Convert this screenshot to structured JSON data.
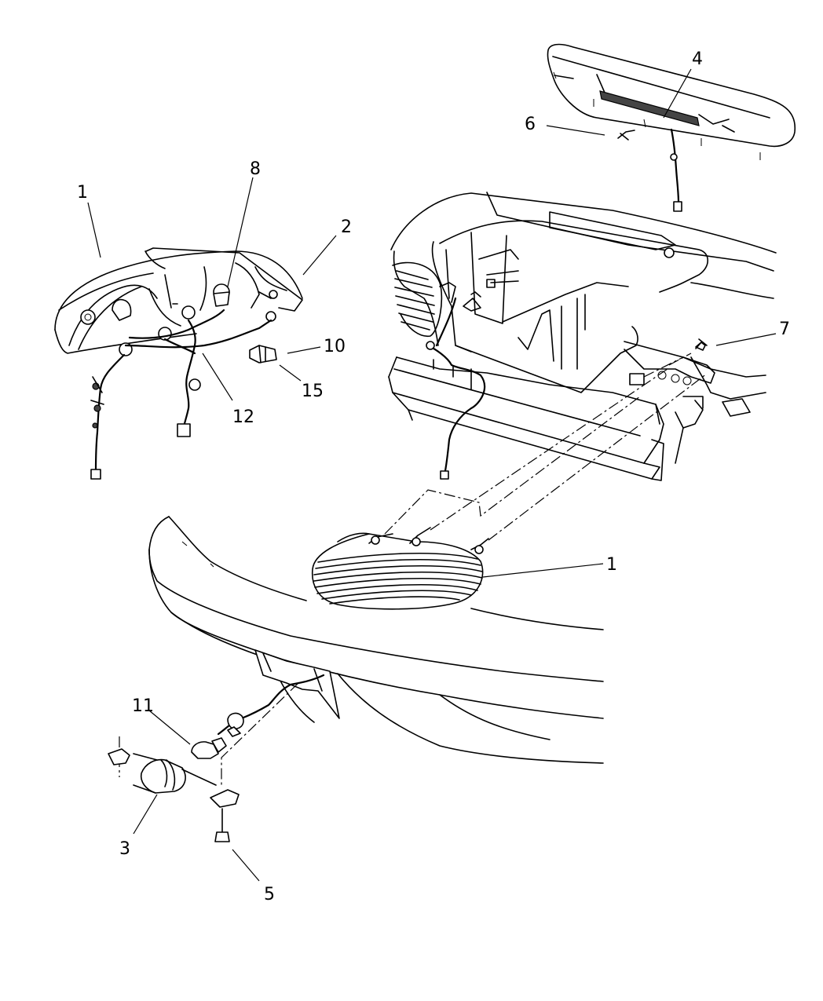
{
  "callouts": [
    {
      "id": "callout-1-left",
      "label": "1"
    },
    {
      "id": "callout-1-right",
      "label": "1"
    },
    {
      "id": "callout-2",
      "label": "2"
    },
    {
      "id": "callout-3",
      "label": "3"
    },
    {
      "id": "callout-4",
      "label": "4"
    },
    {
      "id": "callout-5",
      "label": "5"
    },
    {
      "id": "callout-6",
      "label": "6"
    },
    {
      "id": "callout-7",
      "label": "7"
    },
    {
      "id": "callout-8",
      "label": "8"
    },
    {
      "id": "callout-10",
      "label": "10"
    },
    {
      "id": "callout-11",
      "label": "11"
    },
    {
      "id": "callout-12",
      "label": "12"
    },
    {
      "id": "callout-15",
      "label": "15"
    }
  ]
}
